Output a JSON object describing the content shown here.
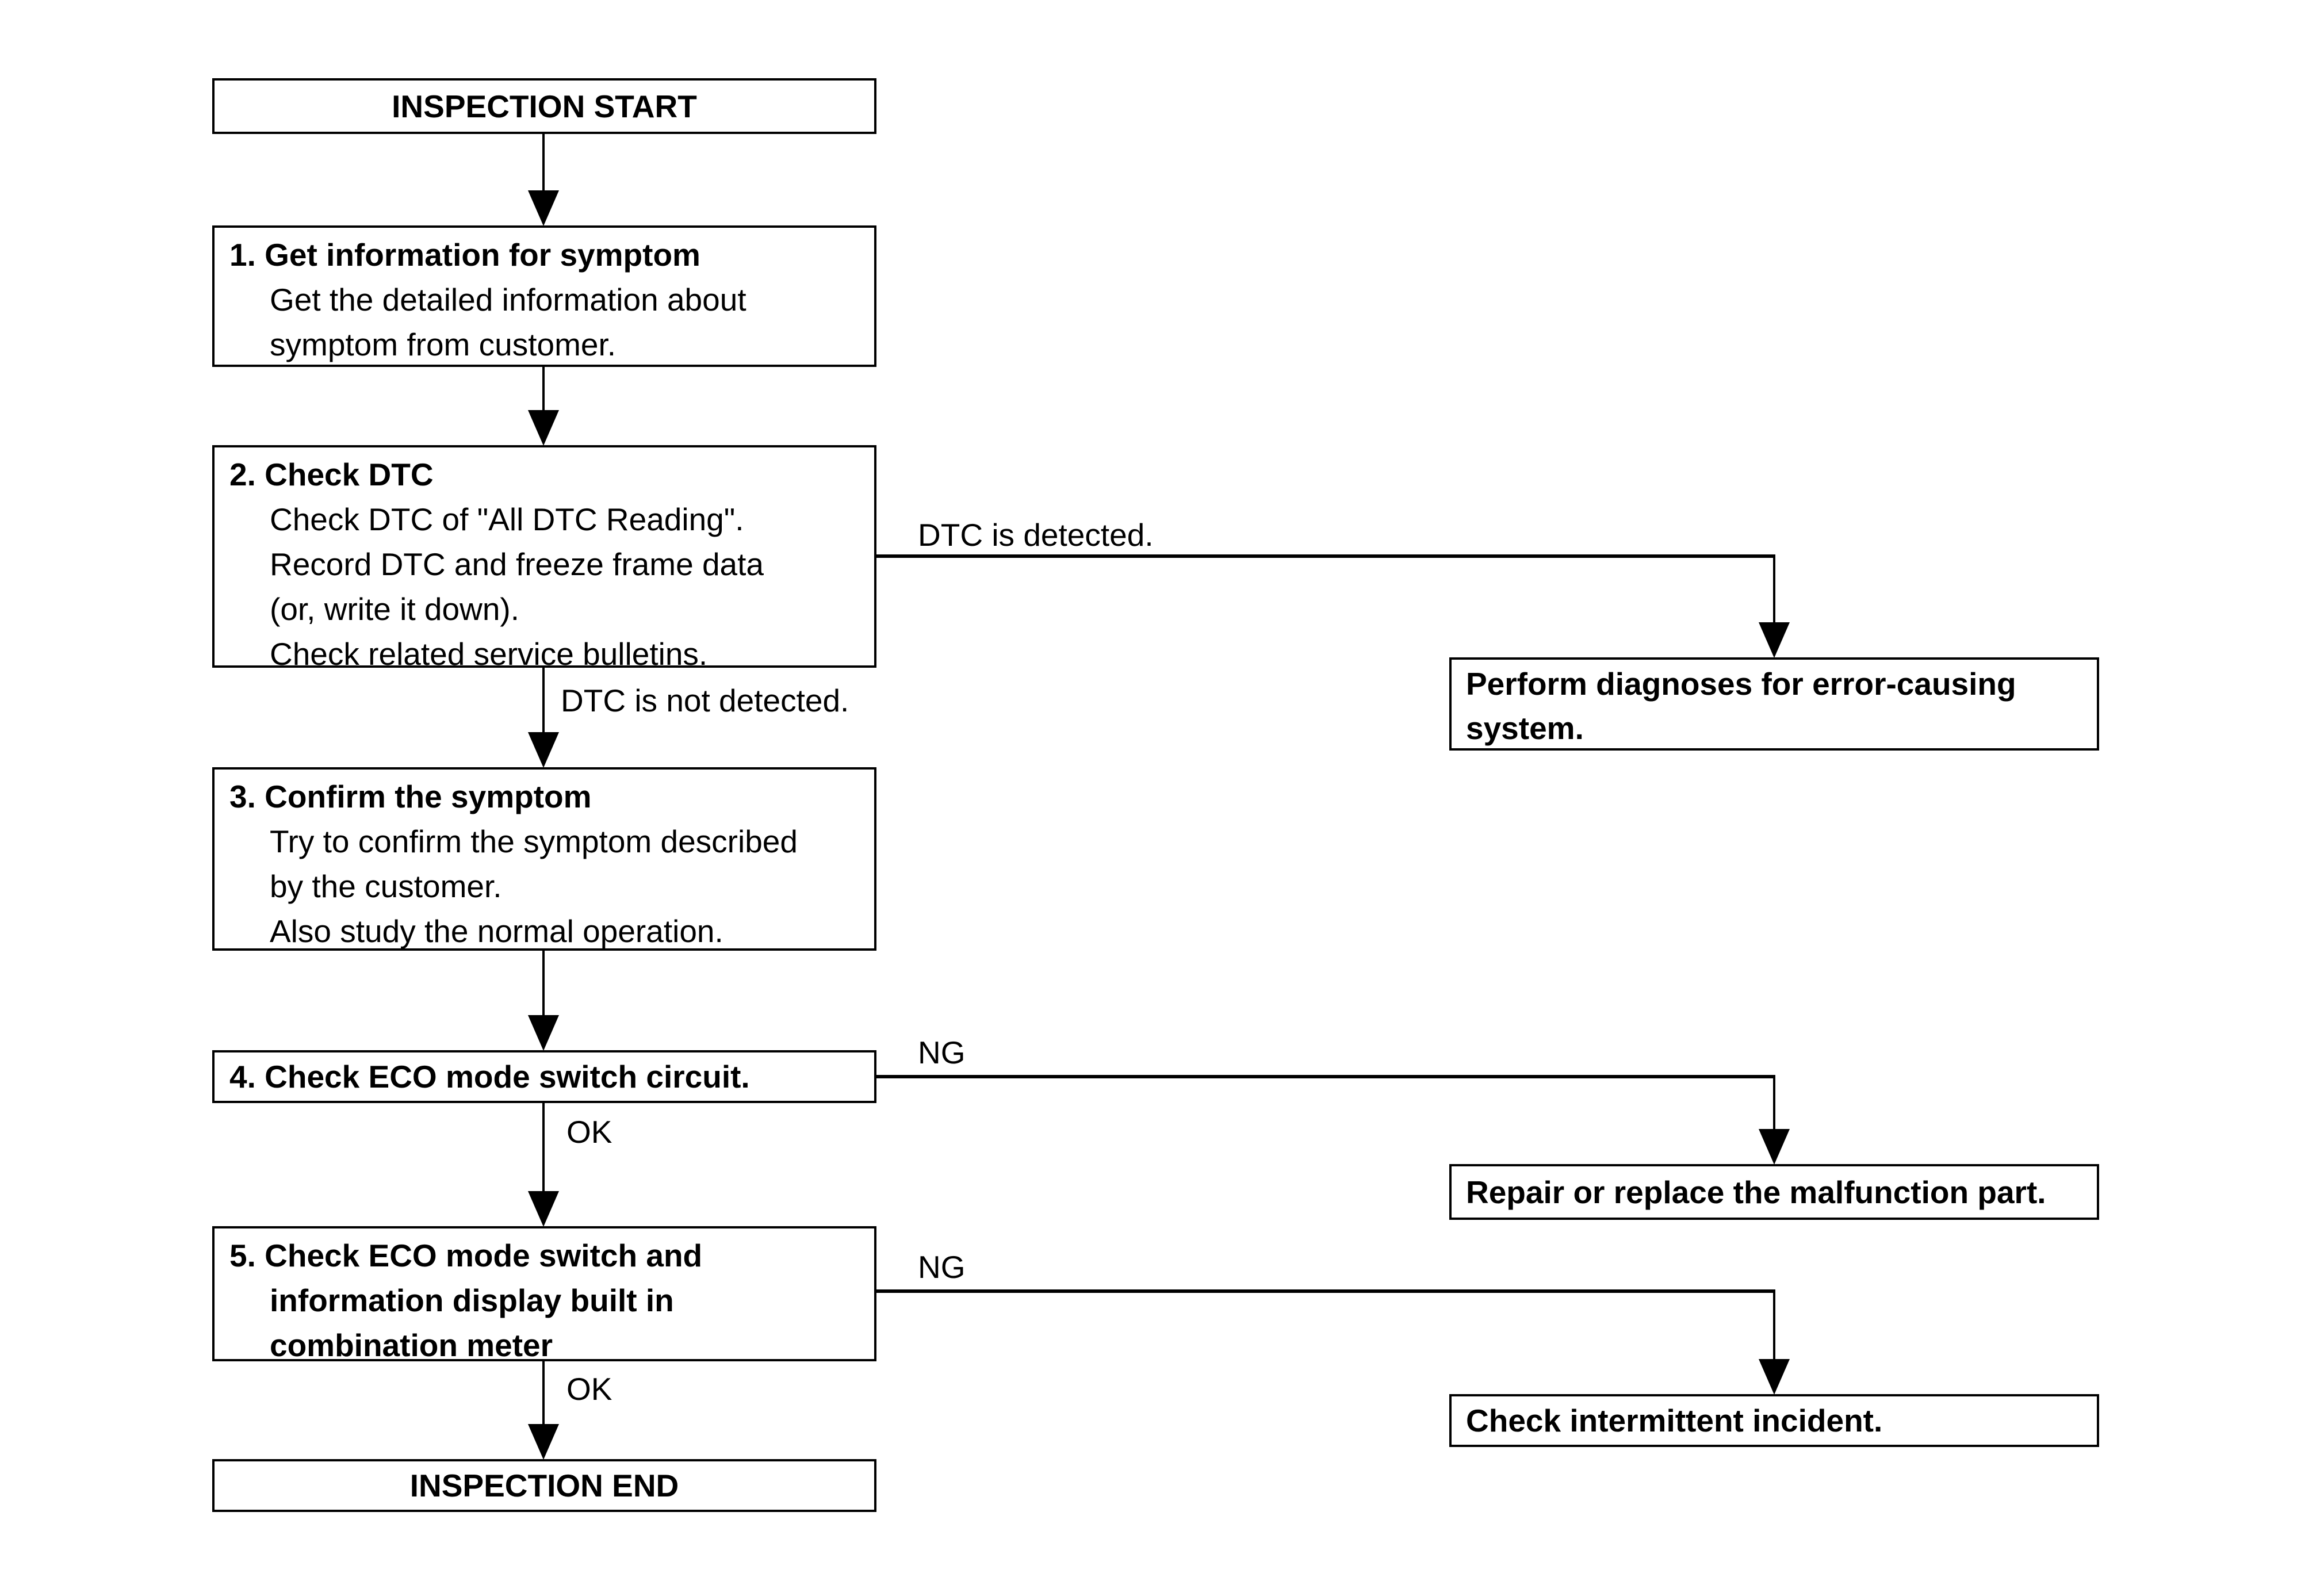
{
  "page": {
    "background_color": "#ffffff",
    "line_color": "#000000",
    "text_color": "#000000"
  },
  "flowchart": {
    "start": {
      "label": "INSPECTION START"
    },
    "step1": {
      "title": "1. Get information for symptom",
      "body": [
        "Get the detailed information about",
        "symptom from customer."
      ]
    },
    "step2": {
      "title": "2. Check DTC",
      "body": [
        "Check DTC of \"All DTC Reading\".",
        "Record DTC and freeze frame data",
        "(or, write it down).",
        "Check related service bulletins."
      ]
    },
    "step3": {
      "title": "3. Confirm the symptom",
      "body": [
        "Try to confirm the symptom described",
        "by the customer.",
        "Also study the normal operation."
      ]
    },
    "step4": {
      "title": "4. Check ECO mode switch circuit."
    },
    "step5": {
      "title": "5. Check ECO mode switch and",
      "title_cont": [
        "information display built in",
        "combination meter"
      ]
    },
    "end": {
      "label": "INSPECTION END"
    },
    "diagnose": {
      "lines": [
        "Perform diagnoses for error-causing",
        "system."
      ]
    },
    "repair": {
      "label": "Repair or replace the malfunction part."
    },
    "intermittent": {
      "label": "Check intermittent incident."
    },
    "labels": {
      "dtc_detected": "DTC is detected.",
      "dtc_not_detected": "DTC is not detected.",
      "ng_step4": "NG",
      "ok_step4": "OK",
      "ng_step5": "NG",
      "ok_step5": "OK"
    }
  }
}
